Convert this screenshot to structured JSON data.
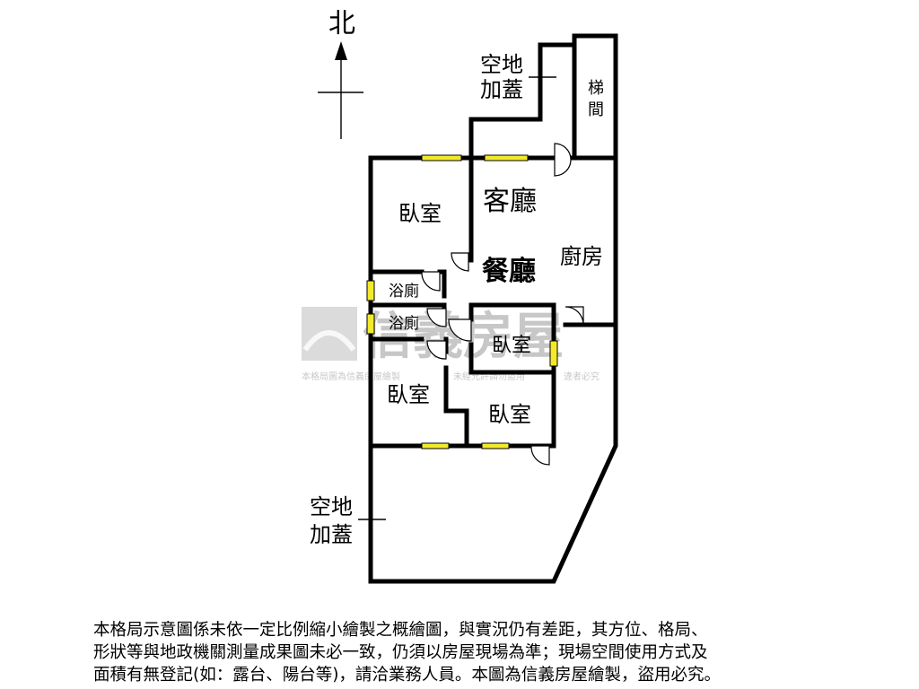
{
  "compass": {
    "north_label": "北"
  },
  "rooms": {
    "open_space_top": [
      "空地",
      "加蓋"
    ],
    "stairs": [
      "梯",
      "間"
    ],
    "living_room": "客廳",
    "dining_room": "餐廳",
    "kitchen": "廚房",
    "bedroom_nw": "臥室",
    "bedroom_center": "臥室",
    "bedroom_sw": "臥室",
    "bedroom_s": "臥室",
    "bathroom_1": "浴廁",
    "bathroom_2": "浴廁",
    "open_space_bottom": [
      "空地",
      "加蓋"
    ]
  },
  "watermark": {
    "brand": "信義房屋",
    "notice_left": "本格局圖為信義房屋繪製",
    "notice_mid": "未經允許請勿盜用",
    "notice_right": "違者必究"
  },
  "disclaimer": {
    "lines": [
      "本格局示意圖係未依一定比例縮小繪製之概繪圖，與實況仍有差距，其方位、格局、",
      "形狀等與地政機關測量成果圖未必一致，仍須以房屋現場為準；現場空間使用方式及",
      "面積有無登記(如：露台、陽台等)，請洽業務人員。本圖為信義房屋繪製，盜用必究。"
    ]
  },
  "colors": {
    "window_fill": "#f2ea2a",
    "walls": "#000000",
    "watermark": "#9a9a9a"
  }
}
